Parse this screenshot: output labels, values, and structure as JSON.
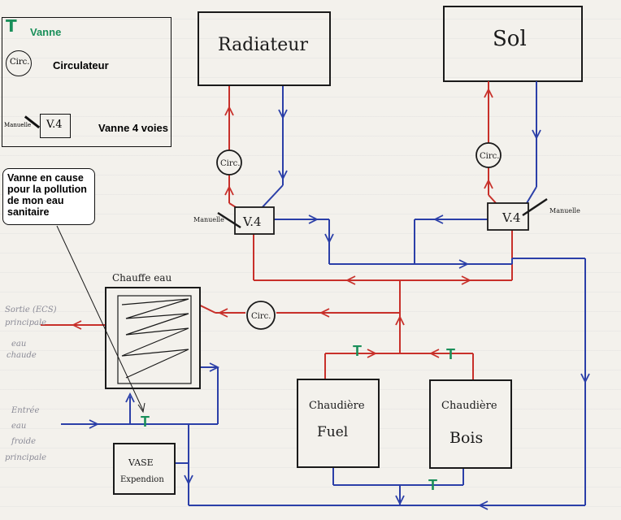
{
  "legend": {
    "vanne_symbol": "T",
    "vanne_label": "Vanne",
    "circulateur_symbol": "Circ.",
    "circulateur_label": "Circulateur",
    "v4_symbol": "V.4",
    "v4_manual": "Manuelle",
    "v4_label": "Vanne 4 voies"
  },
  "callout": {
    "text": "Vanne en cause pour la pollution de mon eau sanitaire"
  },
  "components": {
    "radiateur": "Radiateur",
    "sol": "Sol",
    "circ_left": "Circ.",
    "circ_right": "Circ.",
    "circ_middle": "Circ.",
    "v4_left": "V.4",
    "v4_right": "V.4",
    "manuelle_left": "Manuelle",
    "manuelle_right": "Manuelle",
    "chauffe_eau": "Chauffe eau",
    "chaudiere_fuel_1": "Chaudière",
    "chaudiere_fuel_2": "Fuel",
    "chaudiere_bois_1": "Chaudière",
    "chaudiere_bois_2": "Bois",
    "vase_1": "VASE",
    "vase_2": "Expendion",
    "valve_symbol": "T"
  },
  "side_notes": {
    "sortie": [
      "Sortie (ECS)",
      "principale",
      "eau",
      "chaude"
    ],
    "entree": [
      "Entrée",
      "eau",
      "froide",
      "principale"
    ]
  },
  "colors": {
    "hot": "#c8302a",
    "cold": "#2b3fa8",
    "valve": "#1a8f5a",
    "ink": "#1a1a1a"
  }
}
